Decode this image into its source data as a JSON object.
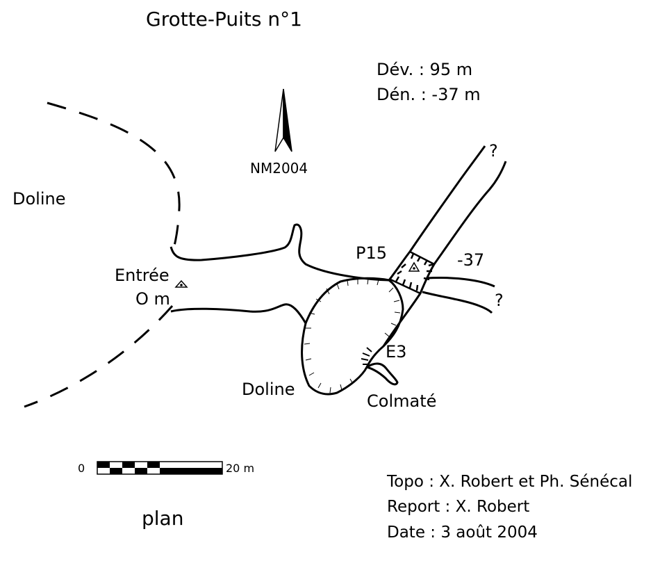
{
  "title": "Grotte-Puits n°1",
  "stats": {
    "development": "Dév. : 95 m",
    "depth": "Dén. : -37 m"
  },
  "north_arrow": {
    "label": "NM2004",
    "icon": "north-arrow-icon"
  },
  "labels": {
    "doline_left": "Doline",
    "entrance_name": "Entrée",
    "entrance_depth": "O m",
    "p15": "P15",
    "depth_37": "-37",
    "question_top": "?",
    "question_right": "?",
    "e3": "E3",
    "doline_bottom": "Doline",
    "colmate": "Colmaté"
  },
  "scale_bar": {
    "start_label": "0",
    "end_label": "20 m",
    "segments": 7
  },
  "view_label": "plan",
  "credits": {
    "topo": "Topo : X. Robert et Ph. Sénécal",
    "report": "Report : X. Robert",
    "date": "Date : 3 août 2004"
  },
  "colors": {
    "ink": "#000000",
    "paper": "#ffffff"
  }
}
